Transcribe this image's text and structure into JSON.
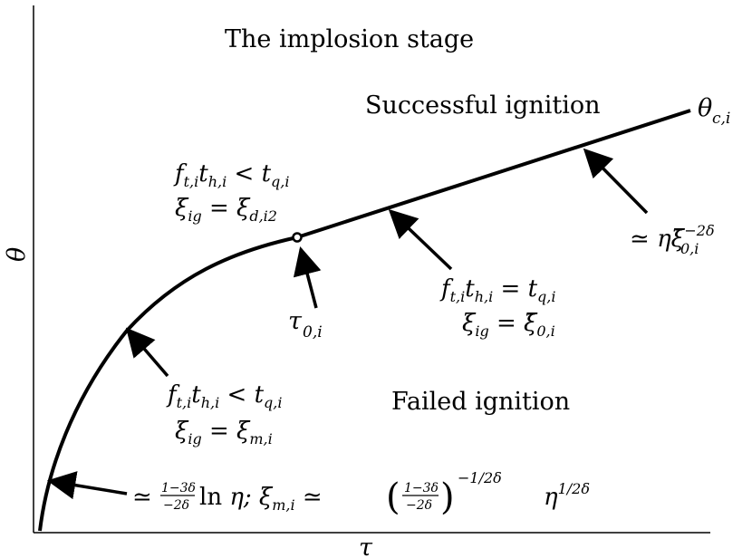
{
  "diagram": {
    "title": "The implosion stage",
    "region_upper": "Successful ignition",
    "region_lower": "Failed ignition",
    "axis_x": "τ",
    "axis_y": "θ",
    "curve_label": {
      "main": "θ",
      "sub": "c,i"
    },
    "point_label": {
      "main": "τ",
      "sub": "0,i"
    },
    "cond_upper": {
      "line1": "f_{t,i}t_{h,i} < t_{q,i}",
      "line2": "ξ_{ig} = ξ_{d,i2}"
    },
    "cond_middle": {
      "line1": "f_{t,i}t_{h,i} = t_{q,i}",
      "line2": "ξ_{ig} = ξ̄_{0,i}"
    },
    "cond_lower": {
      "line1": "f_{t,i}t_{h,i} < t_{q,i}",
      "line2": "ξ_{ig} = ξ_{m,i}"
    },
    "asymptote_upper": "≃ ηξ̄_{0,i}^{−2δ}",
    "asymptote_lower": "≃ (1−3δ)/(−2δ) ln η; ξ_{m,i} ≃ ((1−3δ)/(−2δ))^{−1/2δ} η^{1/2δ}",
    "colors": {
      "ink": "#000000",
      "background": "#ffffff"
    }
  }
}
